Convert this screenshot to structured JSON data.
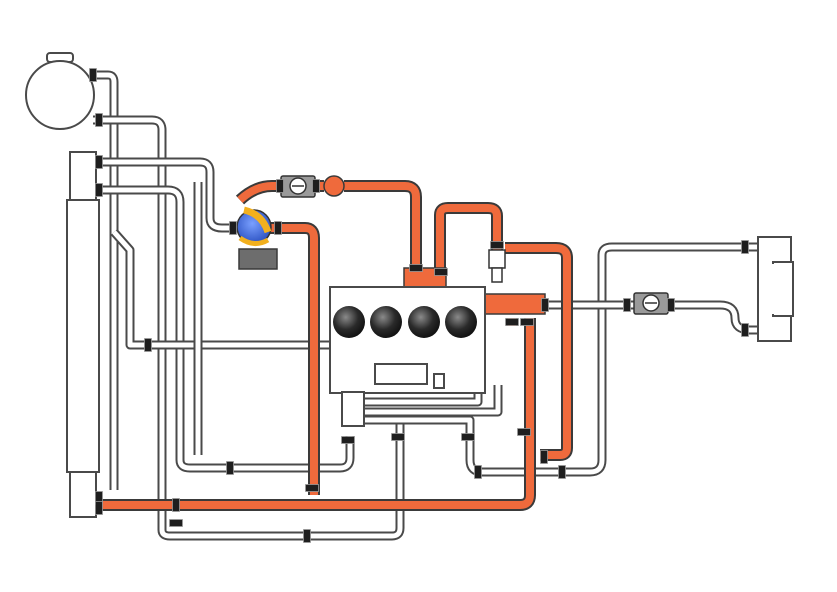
{
  "colors": {
    "background": "#ffffff",
    "outline": "#4a4a4a",
    "pipe_white": "#ffffff",
    "pipe_hot": "#ef6a3c",
    "fitting": "#1e1e1e",
    "pump_body": "#2f5fd6",
    "pump_band": "#f2b01e",
    "motor": "#6d6d6d",
    "cylinder": "#202020",
    "block": "#ffffff"
  },
  "components": [
    {
      "id": "expansion-tank",
      "icon": "tank-icon"
    },
    {
      "id": "radiator",
      "icon": "radiator-icon"
    },
    {
      "id": "engine-block",
      "icon": "engine-icon",
      "cylinders": 4
    },
    {
      "id": "water-pump",
      "icon": "pump-icon"
    },
    {
      "id": "pump-motor",
      "icon": "motor-icon"
    },
    {
      "id": "valve-upper",
      "icon": "valve-icon"
    },
    {
      "id": "valve-right",
      "icon": "valve-icon"
    },
    {
      "id": "thermostat",
      "icon": "thermostat-icon"
    },
    {
      "id": "heater-core",
      "icon": "heater-icon"
    }
  ]
}
